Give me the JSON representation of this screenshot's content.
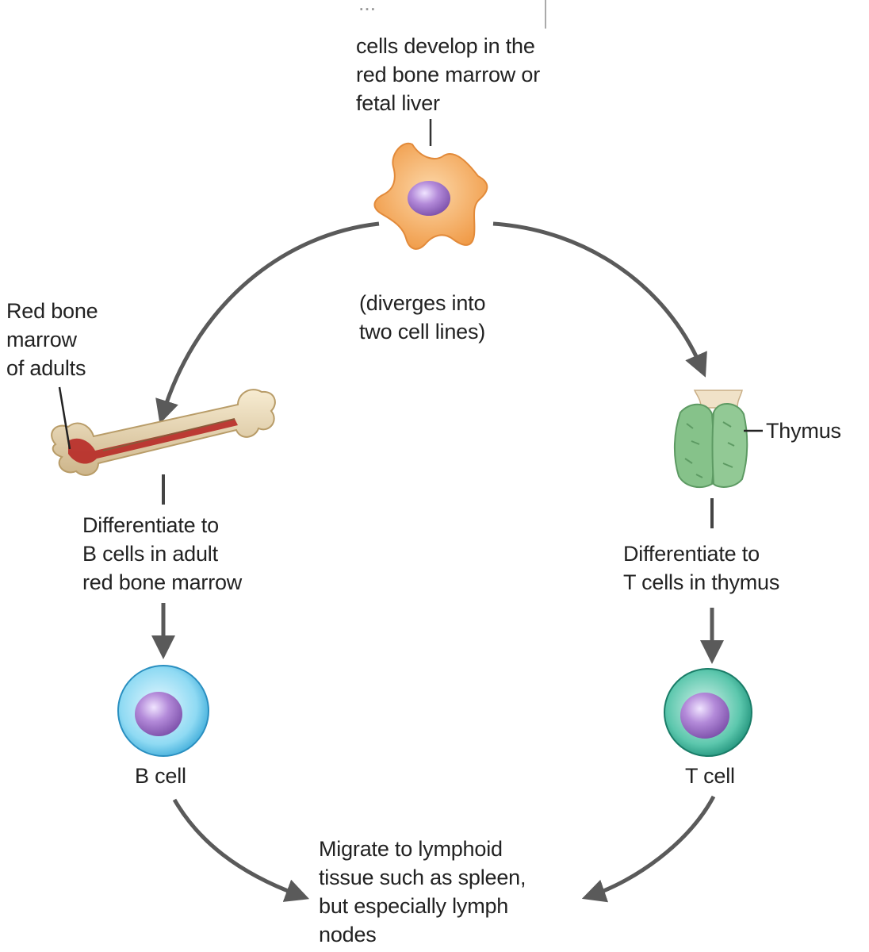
{
  "top_clip": "...",
  "stem_cell_caption": "cells develop in the\nred bone marrow or\nfetal liver",
  "divergence_caption": "(diverges into\ntwo cell lines)",
  "bone_marrow_label": "Red bone\nmarrow\nof adults",
  "thymus_label": "Thymus",
  "b_differentiate_caption": "Differentiate to\nB cells in adult\nred bone marrow",
  "t_differentiate_caption": "Differentiate to\nT cells in thymus",
  "b_cell_label": "B cell",
  "t_cell_label": "T cell",
  "migrate_caption": "Migrate to lymphoid\ntissue such as spleen,\nbut especially lymph\nnodes",
  "colors": {
    "arrow": "#5a5a5a",
    "stem_cell": "#f4a85a",
    "nucleus": "#9b6fc4",
    "b_cell": "#5ec8ea",
    "t_cell": "#2fb59a",
    "bone": "#ead9b6",
    "marrow": "#b5201e",
    "thymus": "#8cc48c"
  }
}
